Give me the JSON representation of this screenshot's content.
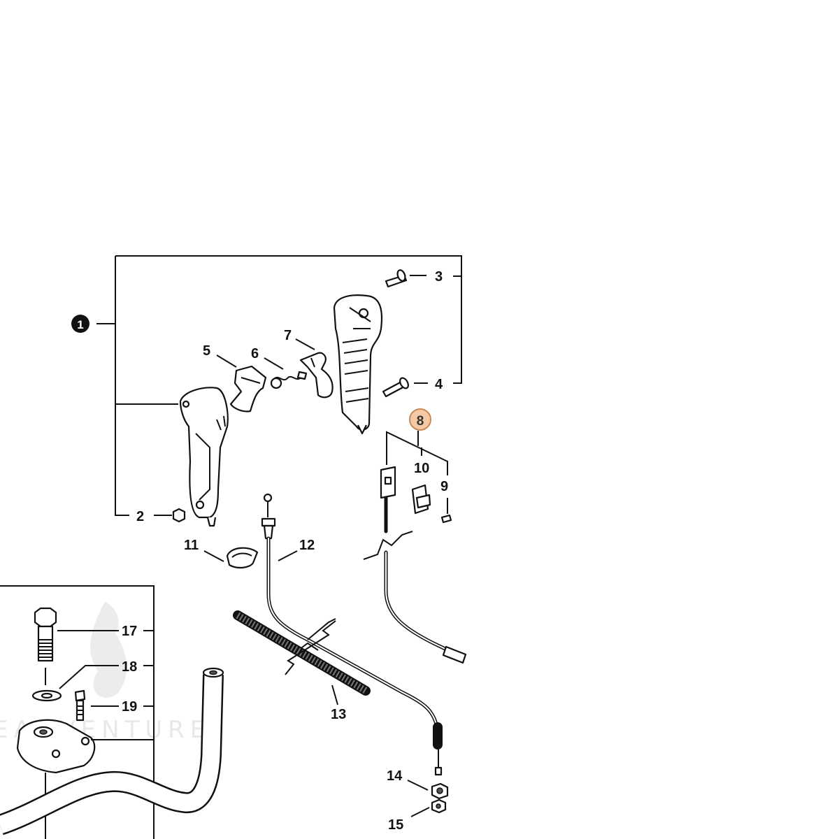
{
  "callouts": {
    "c1": "1",
    "c2": "2",
    "c3": "3",
    "c4": "4",
    "c5": "5",
    "c6": "6",
    "c7": "7",
    "c8": "8",
    "c9": "9",
    "c10": "10",
    "c11": "11",
    "c12": "12",
    "c13": "13",
    "c14": "14",
    "c15": "15",
    "c17": "17",
    "c18": "18",
    "c19": "19"
  },
  "watermark": {
    "text": "EADVENTURE"
  },
  "colors": {
    "highlight_fill": "#f3c9a6",
    "highlight_stroke": "#c98a55",
    "line": "#111111"
  }
}
